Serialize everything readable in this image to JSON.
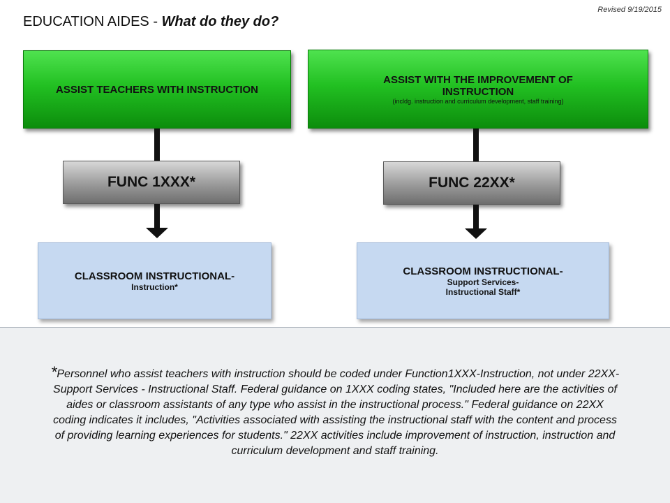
{
  "header": {
    "revised": "Revised 9/19/2015",
    "title_main": "EDUCATION AIDES - ",
    "title_question": "What do they do?"
  },
  "left": {
    "top_box": "ASSIST TEACHERS WITH INSTRUCTION",
    "func_box": "FUNC 1XXX*",
    "bottom_title": "CLASSROOM INSTRUCTIONAL-",
    "bottom_sub": "Instruction*"
  },
  "right": {
    "top_box_line1": "ASSIST WITH THE IMPROVEMENT OF",
    "top_box_line2": "INSTRUCTION",
    "top_box_note": "(incldg. instruction and curriculum development, staff training)",
    "func_box": "FUNC 22XX*",
    "bottom_title": "CLASSROOM INSTRUCTIONAL-",
    "bottom_sub1": "Support Services-",
    "bottom_sub2": "Instructional Staff*"
  },
  "footnote": {
    "star": "*",
    "text": "Personnel who assist teachers with instruction should be coded under Function1XXX-Instruction, not under 22XX-Support Services - Instructional Staff.  Federal guidance on 1XXX coding states, \"Included here are the activities of aides or classroom assistants of any type who assist in the instructional process.\" Federal guidance on 22XX coding indicates it includes, \"Activities associated with assisting the instructional staff with the content and process of providing learning experiences for students.\"  22XX activities include improvement of instruction, instruction and curriculum development and staff training."
  }
}
